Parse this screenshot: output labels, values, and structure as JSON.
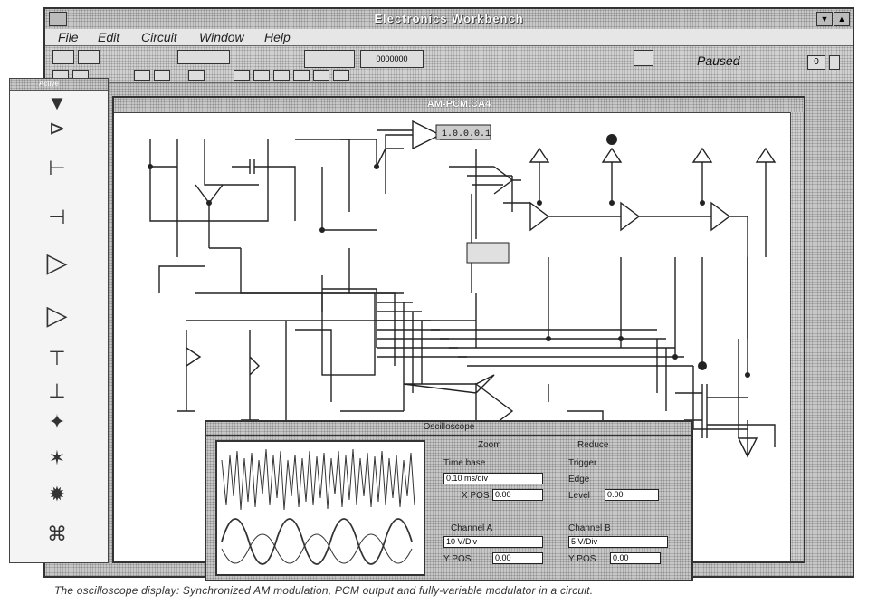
{
  "window": {
    "title": "Electronics Workbench",
    "status": "Paused"
  },
  "menu": [
    {
      "id": "file",
      "label": "File"
    },
    {
      "id": "edit",
      "label": "Edit"
    },
    {
      "id": "circuit",
      "label": "Circuit"
    },
    {
      "id": "window",
      "label": "Window"
    },
    {
      "id": "help",
      "label": "Help"
    }
  ],
  "toolbar": {
    "display": "0000000"
  },
  "schematic": {
    "title": "AM-PCM.CA4",
    "display": "1.0.0.0.1"
  },
  "parts_bin": {
    "title": "Active"
  },
  "oscilloscope": {
    "title": "Oscilloscope",
    "zoom_label": "Zoom",
    "reduce_label": "Reduce",
    "time_base_label": "Time base",
    "trigger_label": "Trigger",
    "time_base_value": "0.10 ms/div",
    "xpos_label": "X POS",
    "xpos_value": "0.00",
    "edge_label": "Edge",
    "level_label": "Level",
    "level_value": "0.00",
    "channel_a_label": "Channel A",
    "channel_b_label": "Channel B",
    "a_scale": "10 V/Div",
    "b_scale": "5 V/Div",
    "a_ypos_label": "Y POS",
    "a_ypos_value": "0.00",
    "b_ypos_label": "Y POS",
    "b_ypos_value": "0.00"
  },
  "caption": "The oscilloscope display: Synchronized AM modulation, PCM output and fully-variable modulator in a circuit."
}
